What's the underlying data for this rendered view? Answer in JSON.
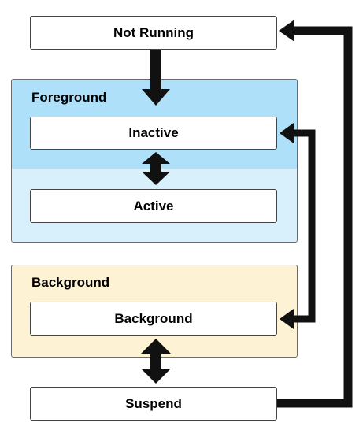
{
  "states": {
    "not_running": "Not Running",
    "inactive": "Inactive",
    "active": "Active",
    "background": "Background",
    "suspend": "Suspend"
  },
  "groups": {
    "foreground": "Foreground",
    "background": "Background"
  },
  "colors": {
    "foreground_top": "#aee0fa",
    "foreground_bottom": "#d8effc",
    "background_fill": "#fdf3d4",
    "arrow": "#111111",
    "border": "#444444"
  }
}
